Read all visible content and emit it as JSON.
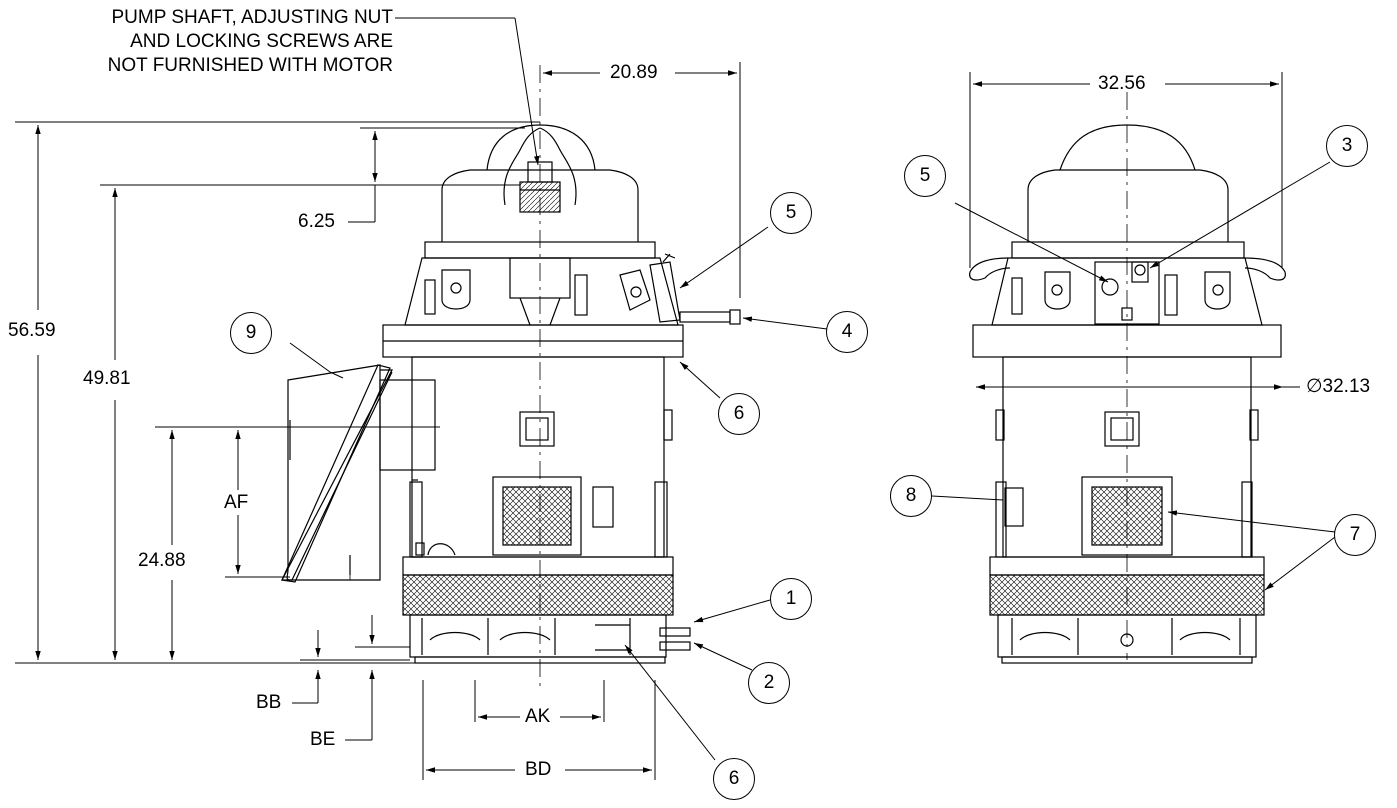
{
  "note": {
    "line1": "PUMP SHAFT, ADJUSTING NUT",
    "line2": "AND LOCKING SCREWS ARE",
    "line3": "NOT FURNISHED WITH MOTOR"
  },
  "dimensions": {
    "d2089": "20.89",
    "d3256": "32.56",
    "d625": "6.25",
    "d5659": "56.59",
    "d4981": "49.81",
    "d2488": "24.88",
    "dia3213": "∅32.13",
    "af": "AF",
    "ak": "AK",
    "bd": "BD",
    "bb": "BB",
    "be": "BE"
  },
  "balloons": {
    "b1": "1",
    "b2": "2",
    "b3": "3",
    "b4": "4",
    "b5a": "5",
    "b5b": "5",
    "b6a": "6",
    "b6b": "6",
    "b7": "7",
    "b8": "8",
    "b9": "9"
  }
}
